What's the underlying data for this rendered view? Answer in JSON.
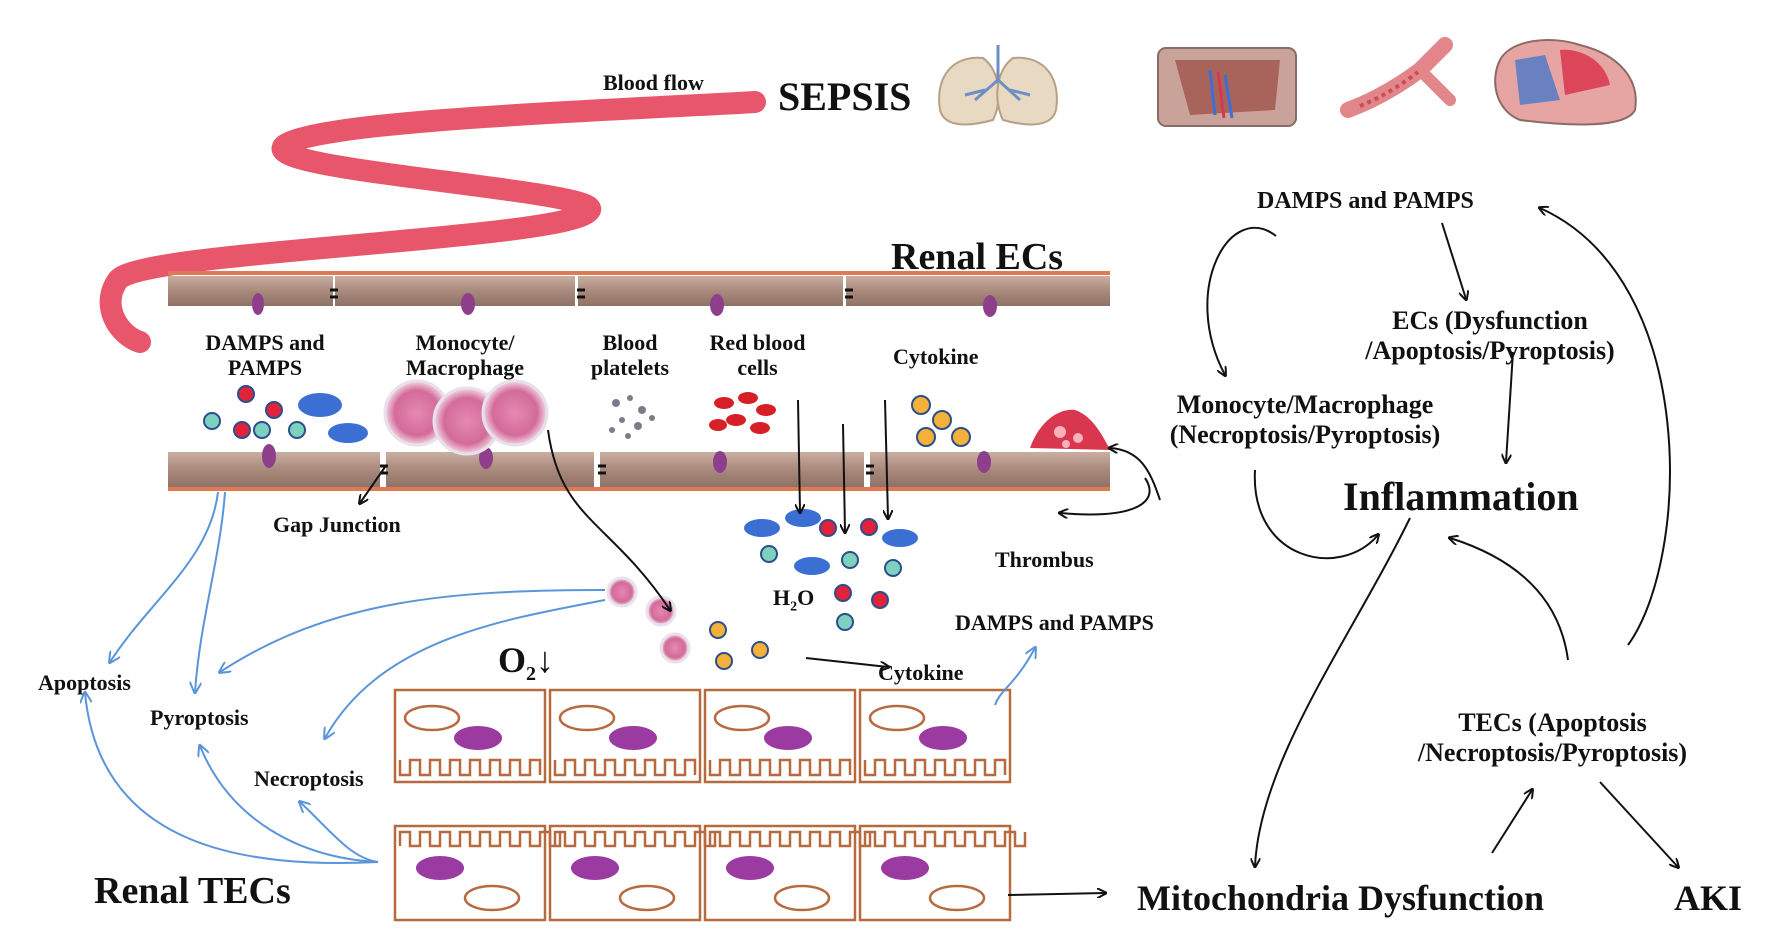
{
  "labels": {
    "blood_flow": "Blood flow",
    "sepsis": "SEPSIS",
    "renal_ecs": "Renal ECs",
    "damps_pamps_lumen_1": "DAMPS and",
    "damps_pamps_lumen_2": "PAMPS",
    "monocyte_1": "Monocyte/",
    "monocyte_2": "Macrophage",
    "platelets_1": "Blood",
    "platelets_2": "platelets",
    "rbc_1": "Red blood",
    "rbc_2": "cells",
    "cytokine_top": "Cytokine",
    "gap_junction": "Gap Junction",
    "thrombus": "Thrombus",
    "h2o_main": "H",
    "h2o_sub": "2",
    "h2o_end": "O",
    "damps_pamps_mid": "DAMPS and PAMPS",
    "o2_main": "O",
    "o2_sub": "2",
    "o2_arrow": "↓",
    "cytokine_mid": "Cytokine",
    "apoptosis": "Apoptosis",
    "pyroptosis": "Pyroptosis",
    "necroptosis": "Necroptosis",
    "renal_tecs": "Renal TECs",
    "r_damps_pamps": "DAMPS and PAMPS",
    "r_ecs_1": "ECs  (Dysfunction",
    "r_ecs_2": "/Apoptosis/Pyroptosis)",
    "r_mono_1": "Monocyte/Macrophage",
    "r_mono_2": "(Necroptosis/Pyroptosis)",
    "r_inflammation": "Inflammation",
    "r_tecs_1": "TECs   (Apoptosis",
    "r_tecs_2": "/Necroptosis/Pyroptosis)",
    "r_mito": "Mitochondria Dysfunction",
    "r_aki": "AKI"
  },
  "colors": {
    "blood_ribbon": "#e8566b",
    "vessel_wall": "#a98a7c",
    "vessel_edge": "#e07a55",
    "nucleus": "#8e3f8c",
    "tec_outline": "#b86a3f",
    "tec_nucleus": "#9b3aa0",
    "blue_arrow": "#5b95d9",
    "damps_red": "#e0233a",
    "damps_teal": "#7ed1bf",
    "damps_blue": "#3b6fd4",
    "cytokine_orange": "#f3b13a",
    "thrombus": "#d9364f"
  },
  "icons": [
    "lungs-icon",
    "liver-icon",
    "blood-vessel-icon",
    "heart-icon"
  ]
}
